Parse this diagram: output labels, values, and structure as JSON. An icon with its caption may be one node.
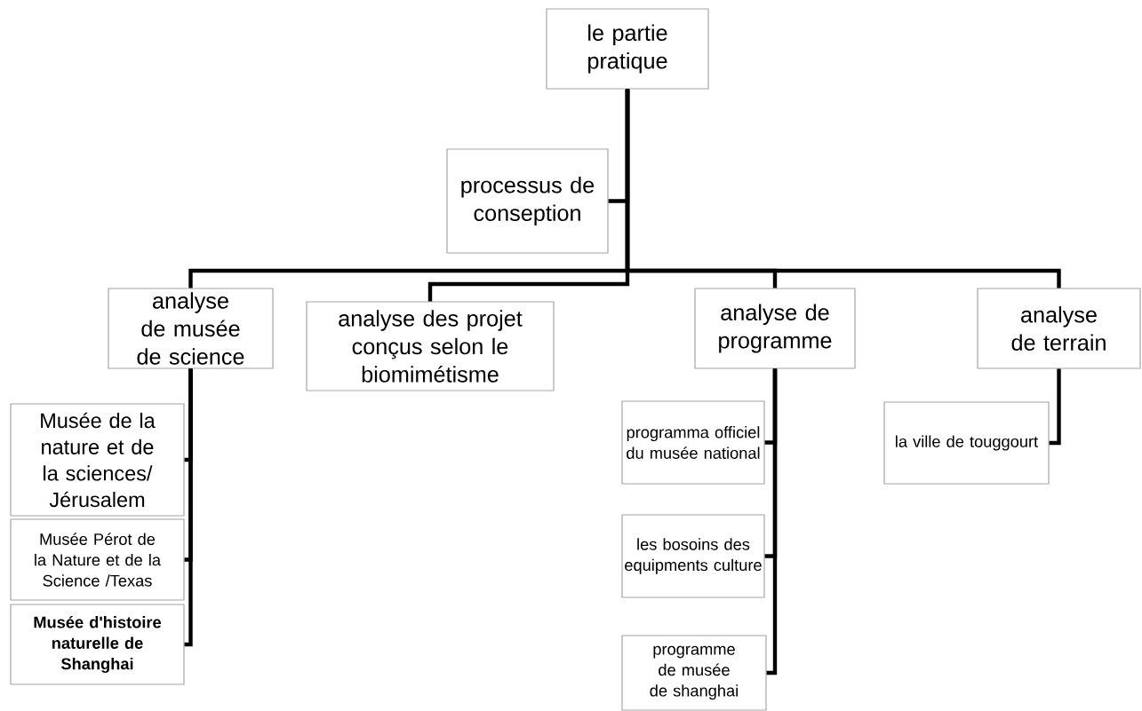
{
  "diagram": {
    "nodes": [
      {
        "text": [
          "le partie pratique"
        ]
      },
      {
        "text": [
          "processus de conseption"
        ]
      },
      {
        "text": [
          "analyse de musée de science"
        ]
      },
      {
        "text": [
          "analyse des projet conçus selon le biomimétisme"
        ]
      },
      {
        "text": [
          "analyse de programme"
        ]
      },
      {
        "text": [
          "analyse de terrain"
        ]
      },
      {
        "text": [
          "Musée de la nature et de la sciences/ Jérusalem"
        ]
      },
      {
        "text": [
          "Musée Pérot de la Nature et de la Science /Texas"
        ]
      },
      {
        "text": [
          "Musée d'histoire naturelle de Shanghai"
        ]
      },
      {
        "text": [
          "programma officiel du musée national"
        ]
      },
      {
        "text": [
          "les bosoins des equipments culture"
        ]
      },
      {
        "text": [
          "programme de musée de shanghai"
        ]
      },
      {
        "text": [
          "la ville de touggourt"
        ]
      }
    ],
    "edges": [
      {
        "from": 0,
        "to": 1,
        "arrow": "none"
      },
      {
        "from": 0,
        "to": 2,
        "arrow": "none"
      },
      {
        "from": 0,
        "to": 3,
        "arrow": "none"
      },
      {
        "from": 0,
        "to": 4,
        "arrow": "none"
      },
      {
        "from": 0,
        "to": 5,
        "arrow": "none"
      },
      {
        "from": 2,
        "to": 6,
        "arrow": "none"
      },
      {
        "from": 2,
        "to": 7,
        "arrow": "none"
      },
      {
        "from": 2,
        "to": 8,
        "arrow": "none"
      },
      {
        "from": 4,
        "to": 9,
        "arrow": "none"
      },
      {
        "from": 4,
        "to": 10,
        "arrow": "none"
      },
      {
        "from": 4,
        "to": 11,
        "arrow": "none"
      },
      {
        "from": 5,
        "to": 12,
        "arrow": "none"
      }
    ]
  }
}
